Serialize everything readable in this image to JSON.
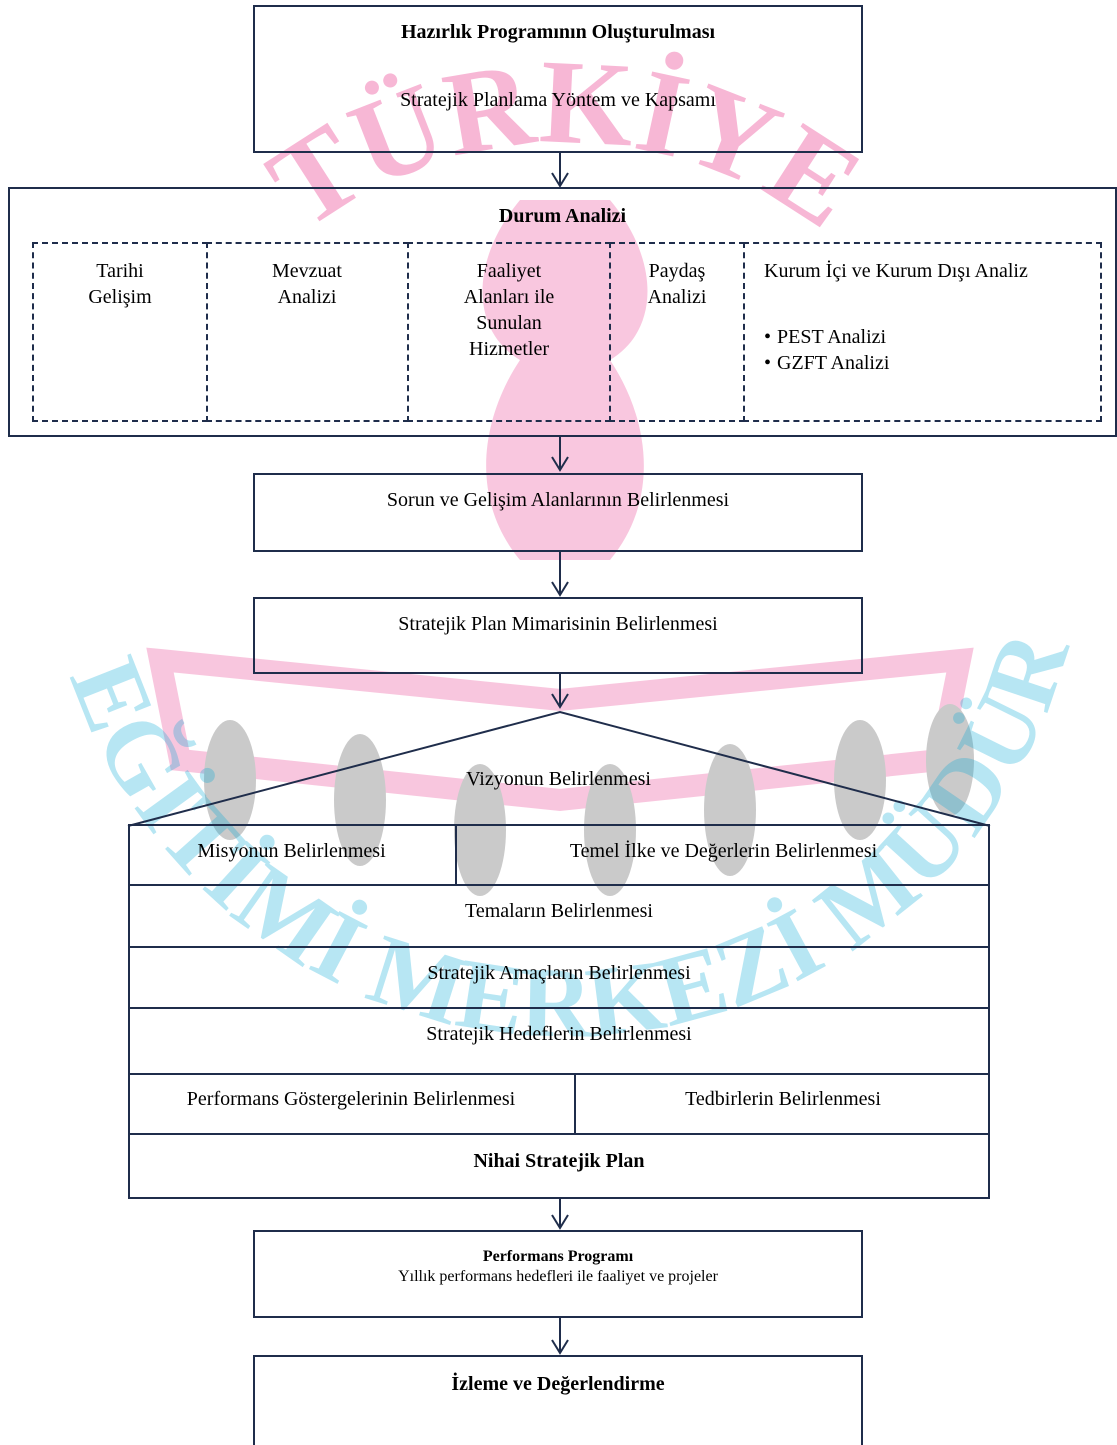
{
  "watermark": {
    "text_top": "TÜRKİYE",
    "text_bottom": "HALK EĞİTİMİ MERKEZİ MÜDÜRLÜĞÜ",
    "color_pink": "#e4006d",
    "color_cyan": "#00a7d6"
  },
  "line_color": "#1f2d4b",
  "hazirlik": {
    "title": "Hazırlık Programının Oluşturulması",
    "subtitle": "Stratejik Planlama Yöntem ve Kapsamı"
  },
  "durum": {
    "title": "Durum Analizi",
    "columns": [
      {
        "text": "Tarihi Gelişim"
      },
      {
        "text": "Mevzuat Analizi"
      },
      {
        "text": "Faaliyet Alanları ile Sunulan Hizmetler"
      },
      {
        "text": "Paydaş Analizi"
      }
    ],
    "kurum": {
      "title": "Kurum İçi ve Kurum Dışı Analiz",
      "bullets": [
        "PEST Analizi",
        "GZFT Analizi"
      ]
    }
  },
  "sorun": {
    "title": "Sorun ve Gelişim Alanlarının Belirlenmesi"
  },
  "mimari": {
    "title": "Stratejik Plan Mimarisinin Belirlenmesi"
  },
  "vizyon": {
    "title": "Vizyonun Belirlenmesi"
  },
  "misyon": {
    "title": "Misyonun Belirlenmesi"
  },
  "temel_ilke": {
    "title": "Temel İlke ve Değerlerin Belirlenmesi"
  },
  "temalar": {
    "title": "Temaların Belirlenmesi"
  },
  "amaclar": {
    "title": "Stratejik Amaçların Belirlenmesi"
  },
  "hedefler": {
    "title": "Stratejik Hedeflerin Belirlenmesi"
  },
  "performans_gostergeleri": {
    "title": "Performans Göstergelerinin Belirlenmesi"
  },
  "tedbirler": {
    "title": "Tedbirlerin Belirlenmesi"
  },
  "nihai": {
    "title": "Nihai Stratejik Plan"
  },
  "performans_programi": {
    "title": "Performans Programı",
    "subtitle": "Yıllık performans hedefleri ile faaliyet ve projeler"
  },
  "izleme": {
    "title": "İzleme ve Değerlendirme"
  }
}
